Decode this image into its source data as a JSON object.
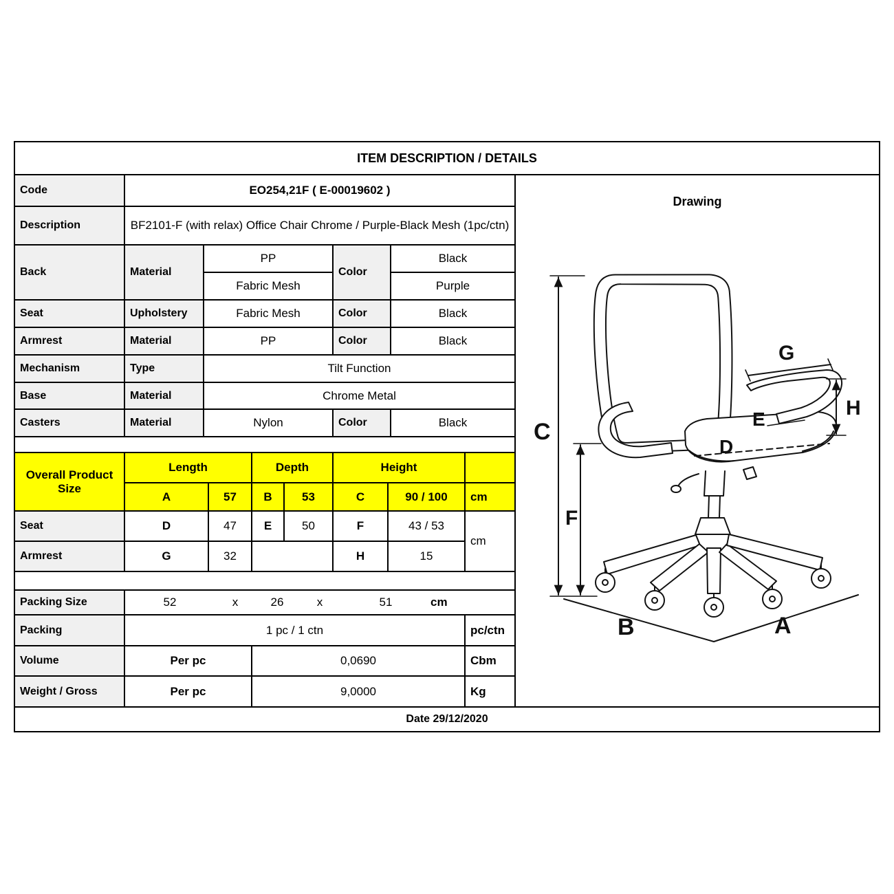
{
  "title": "ITEM DESCRIPTION / DETAILS",
  "drawing": {
    "header": "Drawing",
    "labels": {
      "A": "A",
      "B": "B",
      "C": "C",
      "D": "D",
      "E": "E",
      "F": "F",
      "G": "G",
      "H": "H"
    }
  },
  "code": {
    "label": "Code",
    "value": "EO254,21F  ( E-00019602 )"
  },
  "description": {
    "label": "Description",
    "value": "BF2101-F (with relax) Office Chair Chrome  /  Purple-Black Mesh (1pc/ctn)"
  },
  "back": {
    "label": "Back",
    "attr": "Material",
    "value1": "PP",
    "value2": "Fabric Mesh",
    "color_label": "Color",
    "color1": "Black",
    "color2": "Purple"
  },
  "seat": {
    "label": "Seat",
    "attr": "Upholstery",
    "value": "Fabric Mesh",
    "color_label": "Color",
    "color": "Black"
  },
  "armrest": {
    "label": "Armrest",
    "attr": "Material",
    "value": "PP",
    "color_label": "Color",
    "color": "Black"
  },
  "mechanism": {
    "label": "Mechanism",
    "attr": "Type",
    "value": "Tilt Function"
  },
  "base": {
    "label": "Base",
    "attr": "Material",
    "value": "Chrome Metal"
  },
  "casters": {
    "label": "Casters",
    "attr": "Material",
    "value": "Nylon",
    "color_label": "Color",
    "color": "Black"
  },
  "size": {
    "label": "Overall Product Size",
    "length_header": "Length",
    "depth_header": "Depth",
    "height_header": "Height",
    "row_overall": {
      "l_key": "A",
      "l_val": "57",
      "d_key": "B",
      "d_val": "53",
      "h_key": "C",
      "h_val": "90 / 100",
      "unit": "cm"
    },
    "row_seat": {
      "label": "Seat",
      "l_key": "D",
      "l_val": "47",
      "d_key": "E",
      "d_val": "50",
      "h_key": "F",
      "h_val": "43 / 53"
    },
    "row_armrest": {
      "label": "Armrest",
      "l_key": "G",
      "l_val": "32",
      "h_key": "H",
      "h_val": "15"
    },
    "unit_pair": "cm"
  },
  "packing_size": {
    "label": "Packing Size",
    "v1": "52",
    "x1": "x",
    "v2": "26",
    "x2": "x",
    "v3": "51",
    "unit": "cm"
  },
  "packing": {
    "label": "Packing",
    "value": "1 pc / 1 ctn",
    "unit": "pc/ctn"
  },
  "volume": {
    "label": "Volume",
    "per": "Per pc",
    "value": "0,0690",
    "unit": "Cbm"
  },
  "weight": {
    "label": "Weight / Gross",
    "per": "Per pc",
    "value": "9,0000",
    "unit": "Kg"
  },
  "date": "Date 29/12/2020"
}
